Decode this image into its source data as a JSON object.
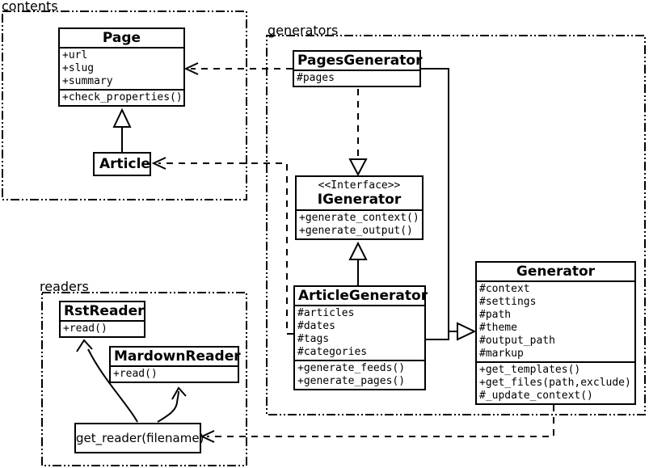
{
  "diagram": {
    "background_color": "#ffffff",
    "line_color": "#000000"
  },
  "packages": {
    "contents": {
      "label": "contents"
    },
    "generators": {
      "label": "generators"
    },
    "readers": {
      "label": "readers"
    }
  },
  "classes": {
    "page": {
      "name": "Page",
      "attributes": [
        "+url",
        "+slug",
        "+summary"
      ],
      "methods": [
        "+check_properties()"
      ]
    },
    "article": {
      "name": "Article"
    },
    "pages_generator": {
      "name": "PagesGenerator",
      "attributes": [
        "#pages"
      ]
    },
    "igenerator": {
      "stereotype": "<<Interface>>",
      "name": "IGenerator",
      "methods": [
        "+generate_context()",
        "+generate_output()"
      ]
    },
    "article_generator": {
      "name": "ArticleGenerator",
      "attributes": [
        "#articles",
        "#dates",
        "#tags",
        "#categories"
      ],
      "methods": [
        "+generate_feeds()",
        "+generate_pages()"
      ]
    },
    "generator": {
      "name": "Generator",
      "attributes": [
        "#context",
        "#settings",
        "#path",
        "#theme",
        "#output_path",
        "#markup"
      ],
      "methods": [
        "+get_templates()",
        "+get_files(path,exclude)",
        "#_update_context()"
      ]
    },
    "rst_reader": {
      "name": "RstReader",
      "methods": [
        "+read()"
      ]
    },
    "markdown_reader": {
      "name": "MardownReader",
      "methods": [
        "+read()"
      ]
    },
    "get_reader": {
      "label": "get_reader(filename)"
    }
  },
  "relationships": [
    {
      "from": "Article",
      "to": "Page",
      "type": "generalization"
    },
    {
      "from": "PagesGenerator",
      "to": "Page",
      "type": "dependency"
    },
    {
      "from": "ArticleGenerator",
      "to": "Article",
      "type": "dependency"
    },
    {
      "from": "PagesGenerator",
      "to": "IGenerator",
      "type": "realization"
    },
    {
      "from": "ArticleGenerator",
      "to": "IGenerator",
      "type": "generalization"
    },
    {
      "from": "PagesGenerator",
      "to": "Generator",
      "type": "generalization"
    },
    {
      "from": "ArticleGenerator",
      "to": "Generator",
      "type": "generalization"
    },
    {
      "from": "Generator",
      "to": "get_reader(filename)",
      "type": "dependency"
    },
    {
      "from": "get_reader(filename)",
      "to": "RstReader",
      "type": "flow"
    },
    {
      "from": "get_reader(filename)",
      "to": "MardownReader",
      "type": "flow"
    }
  ]
}
